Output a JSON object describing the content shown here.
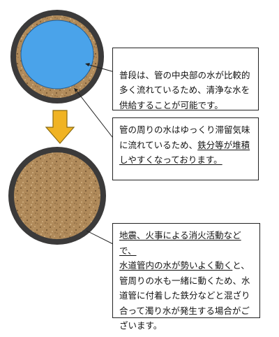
{
  "box1": {
    "text": "普段は、管の中央部の水が比較的\n多く流れているため、清浄な水を\n供給することが可能です。"
  },
  "box2": {
    "text_pre": "管の周りの水はゆっくり滞留気味\nに流れているため、",
    "text_underlined": "鉄分等が堆積\nしやすくなっております。"
  },
  "box3": {
    "underlined_1": "地震、火事による消火活動などで、",
    "underlined_2": "水道管内の水が勢いよく動く",
    "text_post": "と、\n管周りの水も一緒に動くため、水\n道管に付着した鉄分などと混ざり\n合って濁り水が発生する場合がご\nざいます。"
  },
  "colors": {
    "pipe_wall": "#3b3a3a",
    "water": "#4aa3ea",
    "sediment": "#b08a5a",
    "arrow": "#f0b323",
    "arrow_outline": "#8a6a10"
  },
  "icons": {
    "arrow": "down-arrow-icon"
  }
}
